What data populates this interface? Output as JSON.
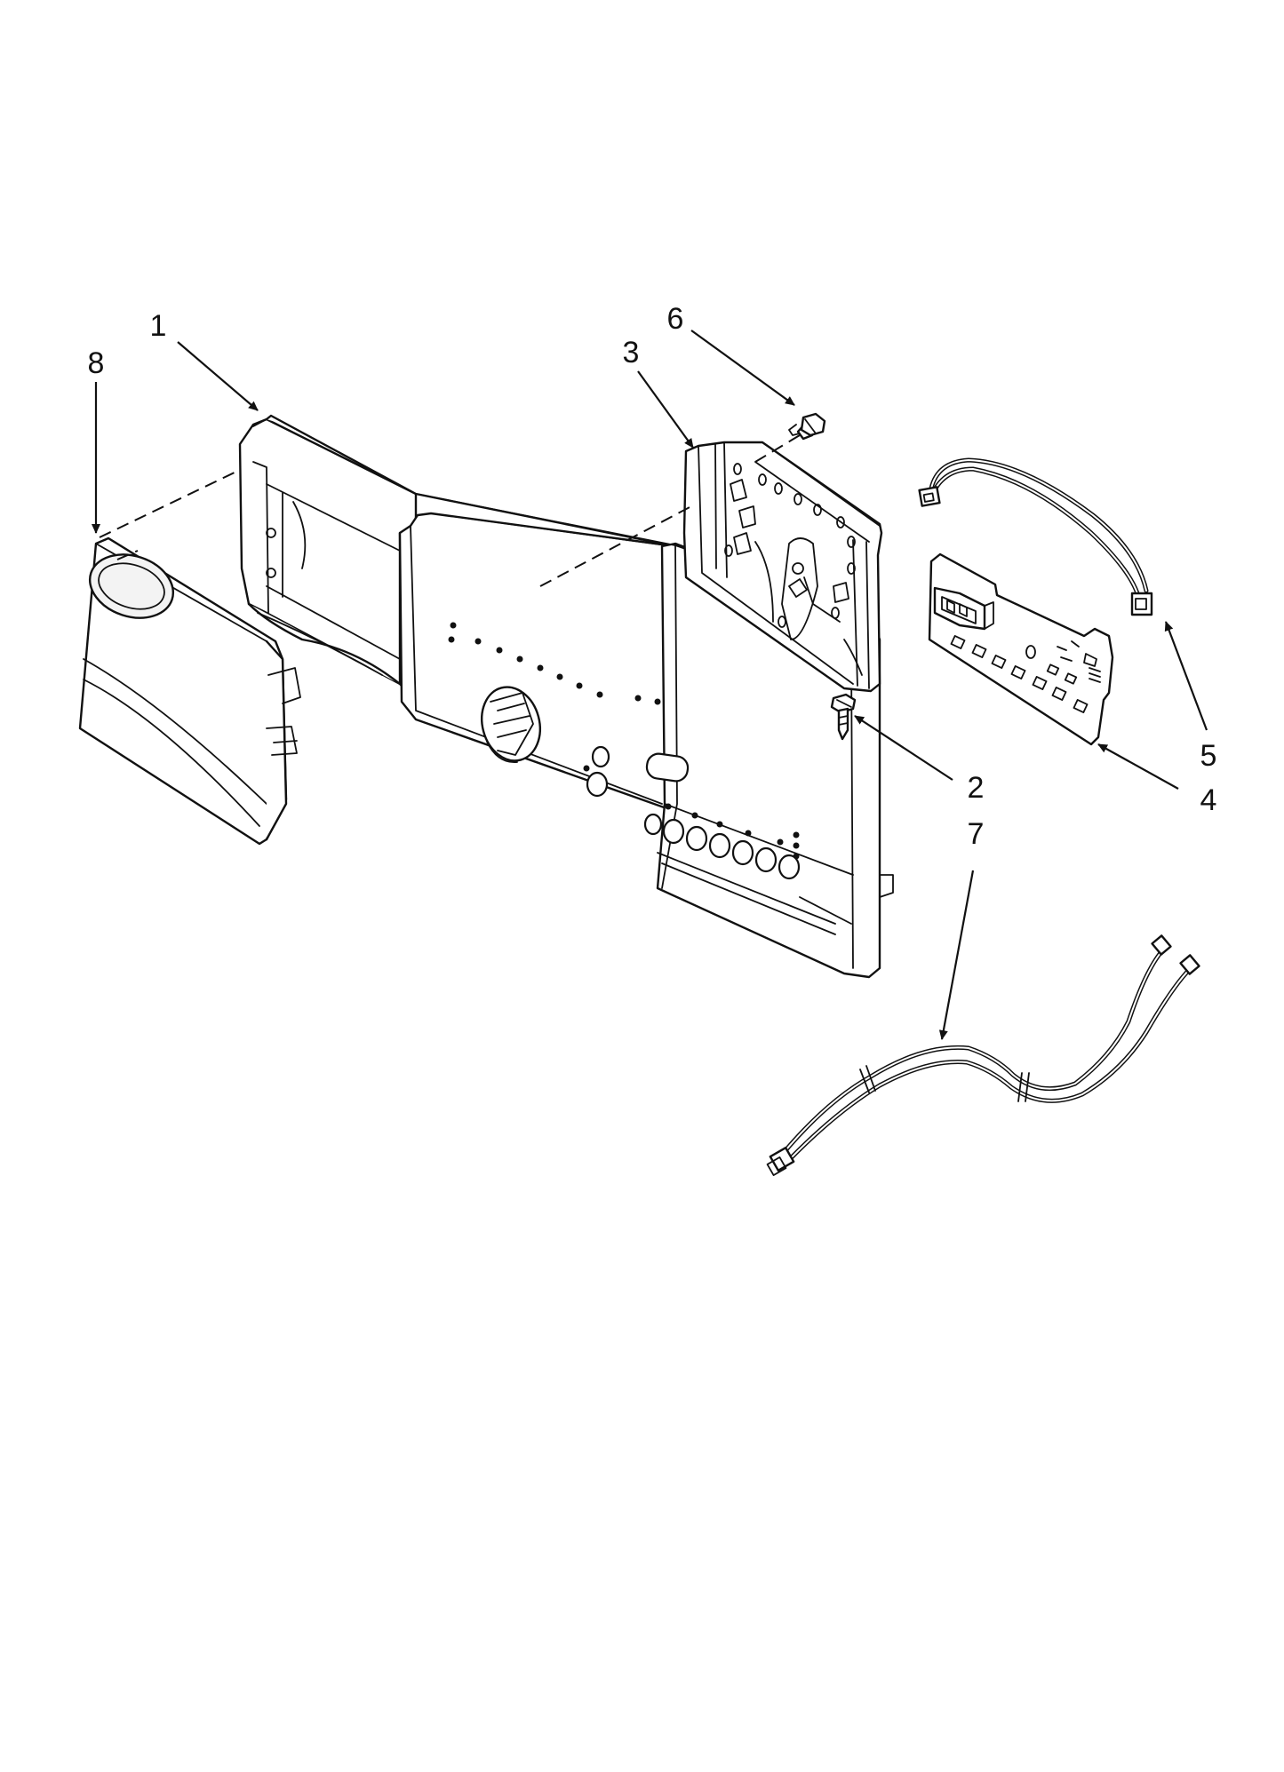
{
  "callouts": [
    {
      "id": "c1",
      "label": "1",
      "part": "control-panel-console"
    },
    {
      "id": "c2",
      "label": "2",
      "part": "screw"
    },
    {
      "id": "c3",
      "label": "3",
      "part": "control-bracket"
    },
    {
      "id": "c4",
      "label": "4",
      "part": "control-board"
    },
    {
      "id": "c5",
      "label": "5",
      "part": "wire-harness-short"
    },
    {
      "id": "c6",
      "label": "6",
      "part": "screw"
    },
    {
      "id": "c7",
      "label": "7",
      "part": "wire-harness-long"
    },
    {
      "id": "c8",
      "label": "8",
      "part": "end-cap"
    }
  ]
}
